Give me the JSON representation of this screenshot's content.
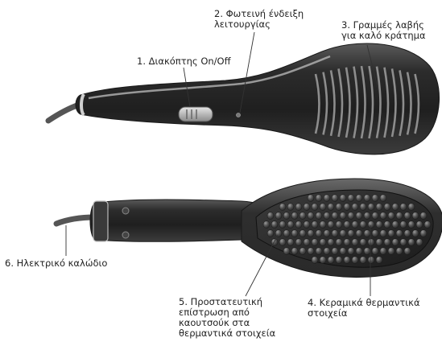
{
  "colors": {
    "body_dark": "#2b2b2b",
    "body_mid": "#3a3a3a",
    "highlight": "#9a9a9a",
    "bristle": "#4a4a4a",
    "trim": "#c8c8c8",
    "leader": "#333333"
  },
  "callouts": [
    {
      "id": "switch",
      "lines": [
        "1. Διακόπτης On/Off"
      ]
    },
    {
      "id": "indicator",
      "lines": [
        "2. Φωτεινή ένδειξη",
        "λειτουργίας"
      ]
    },
    {
      "id": "grip",
      "lines": [
        "3. Γραμμές λαβής",
        "για καλό κράτημα"
      ]
    },
    {
      "id": "ceramic",
      "lines": [
        "4. Κεραμικά θερμαντικά",
        "στοιχεία"
      ]
    },
    {
      "id": "coating",
      "lines": [
        "5. Προστατευτική",
        "επίστρωση από",
        "καουτσούκ στα",
        "θερμαντικά στοιχεία"
      ]
    },
    {
      "id": "cable",
      "lines": [
        "6. Ηλεκτρικό καλώδιο"
      ]
    }
  ]
}
